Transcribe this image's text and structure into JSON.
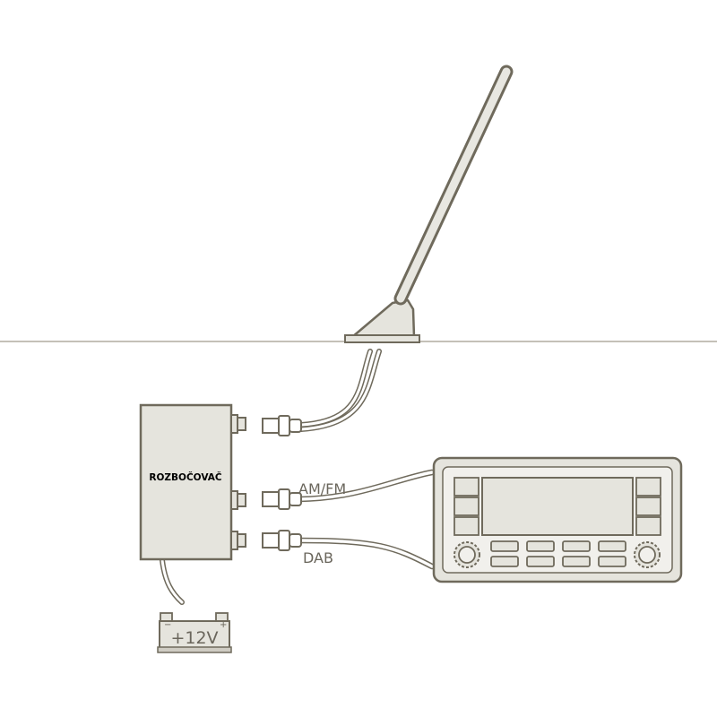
{
  "labels": {
    "splitter": "ROZBOČOVAČ",
    "am_fm": "AM/FM",
    "dab": "DAB",
    "battery_voltage": "+12V",
    "battery_minus": "−",
    "battery_plus": "+"
  },
  "colors": {
    "stroke": "#6f6a5c",
    "fill": "#e5e4dd",
    "fill_light": "#f1f0ec",
    "ground": "#b9b6ac",
    "text_dark": "#000000",
    "text_grey": "#6a665c"
  },
  "icons": [
    "antenna-icon",
    "splitter-box",
    "car-radio-icon",
    "battery-icon"
  ]
}
